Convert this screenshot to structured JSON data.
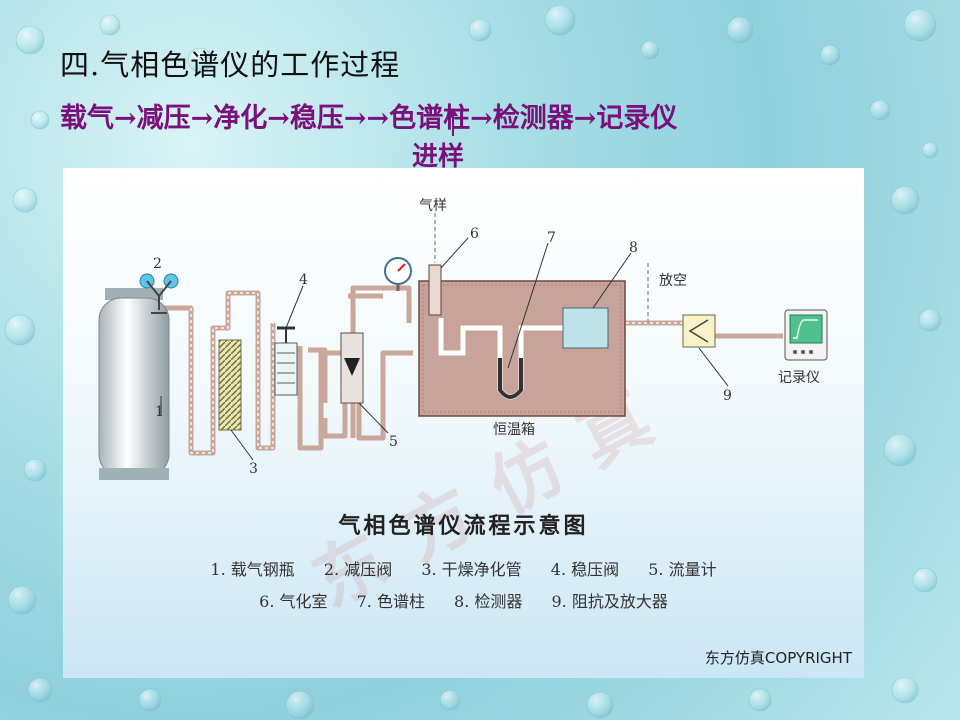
{
  "slide": {
    "title": "四.气相色谱仪的工作过程",
    "flow_steps": [
      "载气",
      "减压",
      "净化",
      "稳压",
      "",
      "色谱柱",
      "检测器",
      "记录仪"
    ],
    "flow_arrow": "→",
    "inject_label": "进样"
  },
  "diagram": {
    "labels": {
      "gas_sample": "气样",
      "vent": "放空",
      "oven": "恒温箱",
      "recorder": "记录仪",
      "n1": "1",
      "n2": "2",
      "n3": "3",
      "n4": "4",
      "n5": "5",
      "n6": "6",
      "n7": "7",
      "n8": "8",
      "n9": "9"
    },
    "caption": "气相色谱仪流程示意图",
    "legend_row1": [
      "1. 载气钢瓶",
      "2. 减压阀",
      "3. 干燥净化管",
      "4. 稳压阀",
      "5. 流量计"
    ],
    "legend_row2": [
      "6. 气化室",
      "7. 色谱柱",
      "8. 检测器",
      "9. 阻抗及放大器"
    ],
    "watermark": "东方仿真",
    "copyright": "东方仿真COPYRIGHT",
    "colors": {
      "tube": "#c9a79a",
      "oven": "#c7a39a",
      "flow_text": "#7a117a"
    }
  }
}
